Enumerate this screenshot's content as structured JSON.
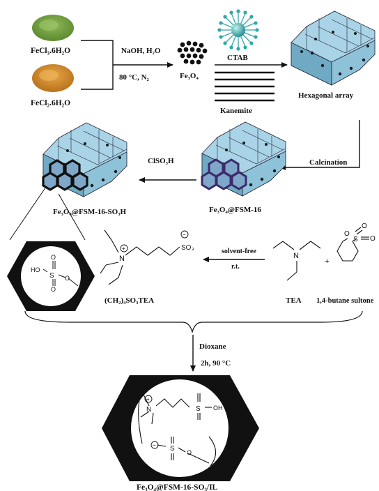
{
  "step1": {
    "reagent_top": "FeCl₃.6H₂O",
    "reagent_bottom": "FeCl₂.6H₂O",
    "conditions_top": "NaOH, H₂O",
    "conditions_bottom": "80 °C, N₂",
    "product": "Fe₃O₄"
  },
  "step2": {
    "surfactant": "CTAB",
    "silica_source": "Kanemite",
    "product": "Hexagonal array"
  },
  "step3": {
    "conditions": "Calcination",
    "product": "Fe₃O₄@FSM-16"
  },
  "step4": {
    "reagent": "ClSO₃H",
    "product": "Fe₃O₄@FSM-16-SO₃H"
  },
  "ionic_liquid_synthesis": {
    "amine": "TEA",
    "plus": "+",
    "sultone": "1,4-butane sultone",
    "conditions_top": "solvent-free",
    "conditions_bottom": "r.t.",
    "product": "(CH₂)₄SO₃TEA"
  },
  "final_step": {
    "conditions_top": "Dioxane",
    "conditions_bottom": "2h, 90 °C",
    "product": "Fe₃O₄@FSM-16-SO₃/IL"
  },
  "atoms": {
    "ho": "HO",
    "s": "S",
    "o": "O",
    "n": "N",
    "so3": "SO₃",
    "oh": "OH",
    "plus_charge": "+",
    "minus_charge": "−"
  },
  "colors": {
    "iron_salt_green": "#6e9a3c",
    "iron_salt_orange": "#d0892a",
    "ctab_teal": "#2fa8a8",
    "silica_light_blue": "#a9d3e6",
    "silica_dark": "#2a3f4e",
    "fsm16_purple": "#3c2a6a"
  }
}
